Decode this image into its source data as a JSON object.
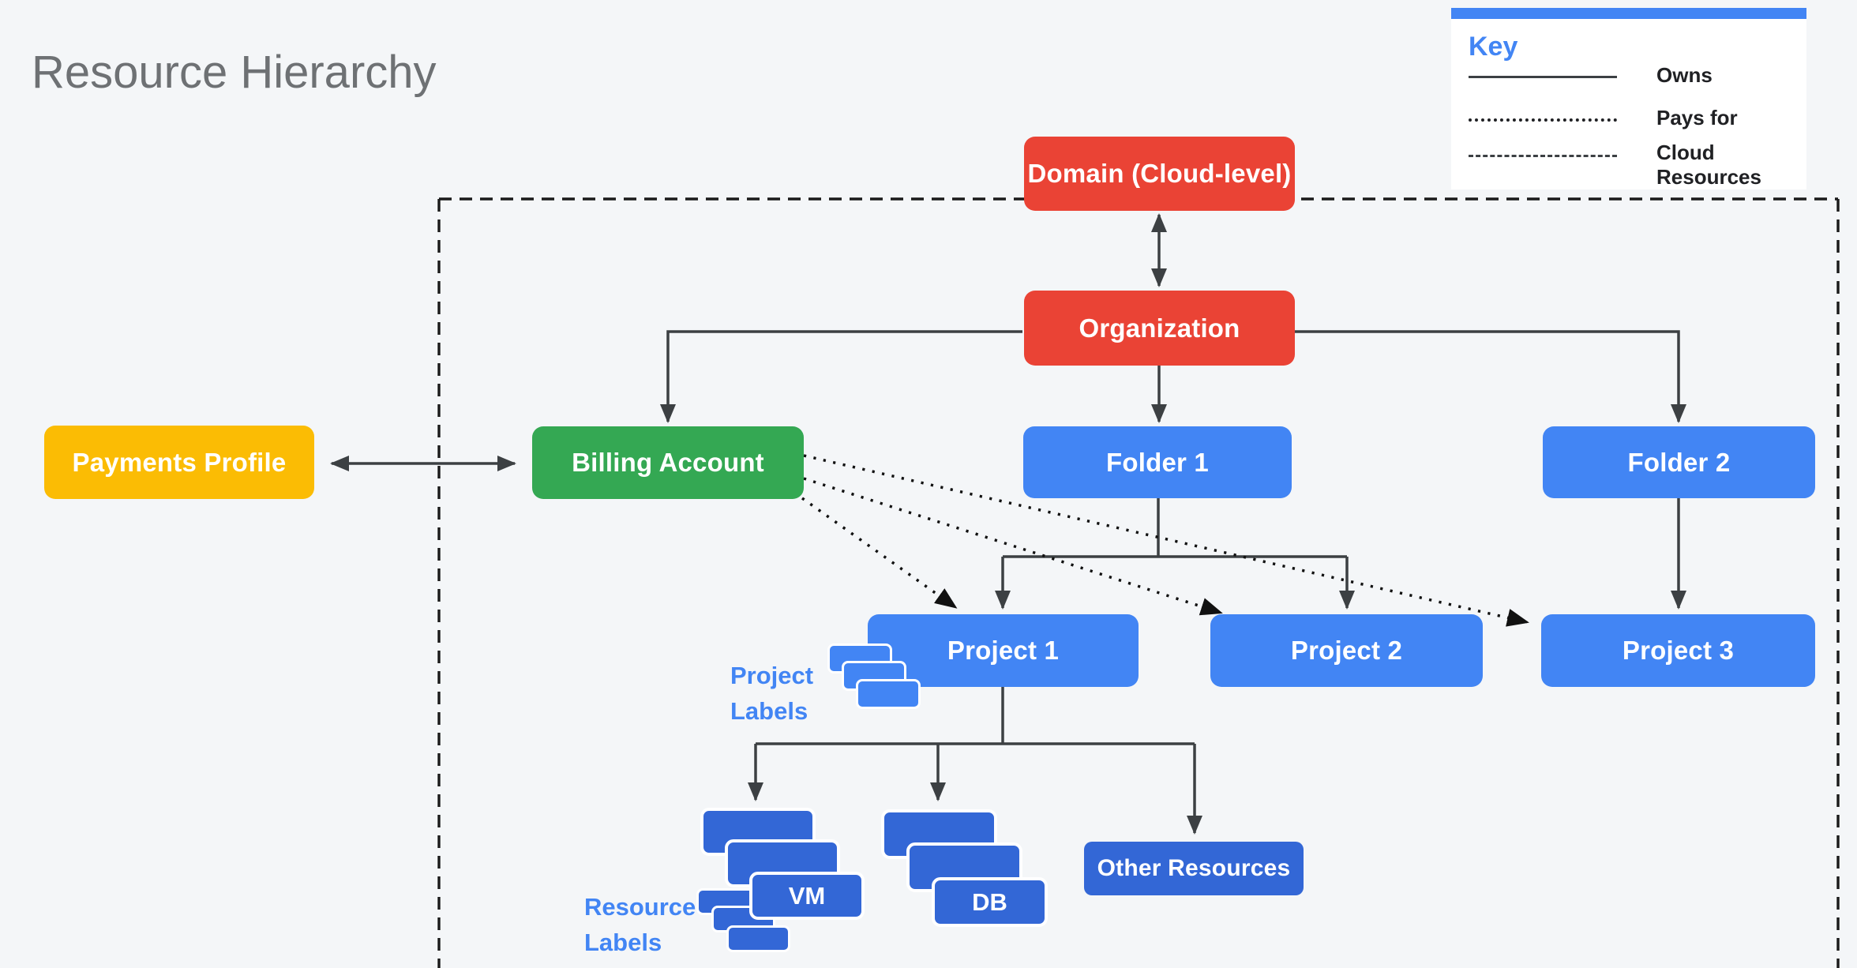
{
  "title": "Resource Hierarchy",
  "key": {
    "heading": "Key",
    "items": [
      {
        "style": "solid",
        "label": "Owns"
      },
      {
        "style": "dotted",
        "label": "Pays for"
      },
      {
        "style": "dashed",
        "label": "Cloud Resources"
      }
    ]
  },
  "nodes": {
    "domain": {
      "label": "Domain (Cloud-level)",
      "color": "#EA4335"
    },
    "organization": {
      "label": "Organization",
      "color": "#EA4335"
    },
    "payments_profile": {
      "label": "Payments Profile",
      "color": "#FBBC04"
    },
    "billing_account": {
      "label": "Billing Account",
      "color": "#34A853"
    },
    "folder1": {
      "label": "Folder 1",
      "color": "#4285F4"
    },
    "folder2": {
      "label": "Folder 2",
      "color": "#4285F4"
    },
    "project1": {
      "label": "Project 1",
      "color": "#4285F4"
    },
    "project2": {
      "label": "Project 2",
      "color": "#4285F4"
    },
    "project3": {
      "label": "Project 3",
      "color": "#4285F4"
    },
    "vm": {
      "label": "VM",
      "color": "#3367D6"
    },
    "db": {
      "label": "DB",
      "color": "#3367D6"
    },
    "other_resources": {
      "label": "Other Resources",
      "color": "#3367D6"
    }
  },
  "annotations": {
    "project_labels": {
      "line1": "Project",
      "line2": "Labels"
    },
    "resource_labels": {
      "line1": "Resource",
      "line2": "Labels"
    }
  },
  "colors": {
    "background": "#F4F6F8",
    "red": "#EA4335",
    "green": "#34A853",
    "yellow": "#FBBC04",
    "blue": "#4285F4",
    "dark_blue": "#3367D6",
    "connector": "#3C4043",
    "dotted_line": "#111111",
    "dashed_boundary": "#1A1A1A",
    "title_gray": "#6E7174",
    "key_accent": "#4285F4"
  }
}
